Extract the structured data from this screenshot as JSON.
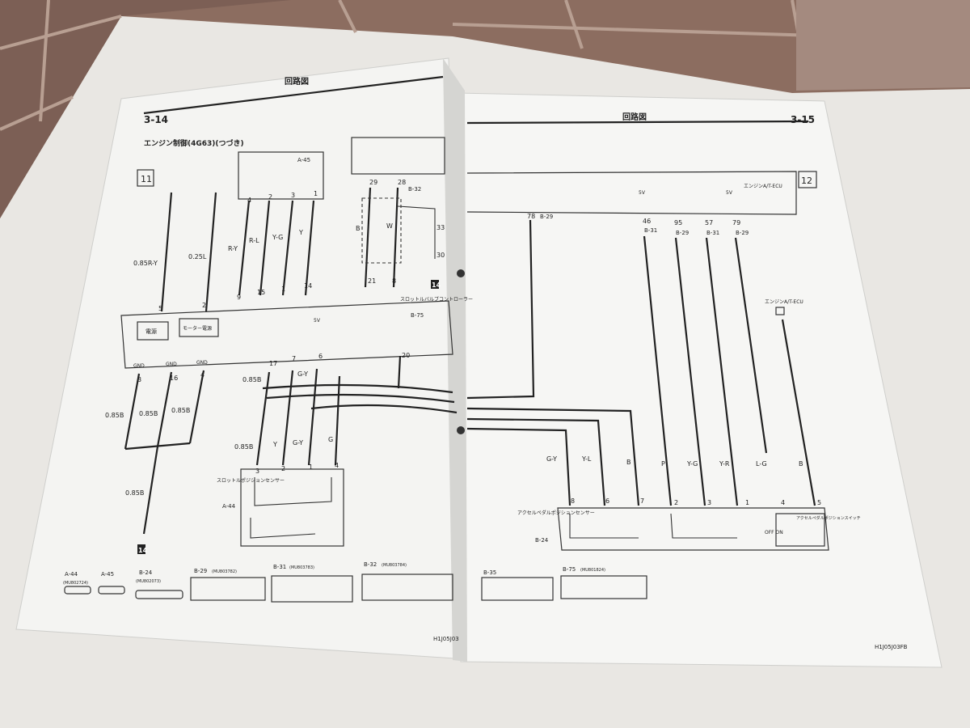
{
  "left_page": {
    "page_number": "3-14",
    "header": "回路図",
    "section_title": "エンジン制御(4G63)(つづき)",
    "section_badge": "11",
    "connector_ref_a45": "A-45",
    "connector_ref_b32_top": "B-32",
    "connector_ref_b75": "B-75",
    "connector_ref_a44": "A-44",
    "tag_14_top": "14",
    "tag_14_bottom": "14",
    "ecu_label": "スロットルバルブコントローラー",
    "sensor_label": "スロットルポジションセンサー",
    "block_power": "電源",
    "block_motor": "モーター電源",
    "gnd_label": "GND",
    "v5": "5V",
    "wire_labels": [
      "0.85R-Y",
      "0.25L",
      "R-Y",
      "R-L",
      "Y-G",
      "Y",
      "B",
      "W",
      "0.85B",
      "0.85B",
      "0.85B",
      "0.85B",
      "0.85B",
      "G-Y",
      "0.85B",
      "Y",
      "G-Y",
      "G"
    ],
    "pin_numbers": [
      "5",
      "2",
      "9",
      "15",
      "1",
      "14",
      "21",
      "8",
      "3",
      "16",
      "4",
      "17",
      "7",
      "6",
      "20",
      "3",
      "2",
      "1",
      "4",
      "29",
      "28",
      "33",
      "30",
      "4",
      "2",
      "3",
      "1"
    ],
    "connectors": [
      {
        "ref": "A-44",
        "part": "(MU802724)"
      },
      {
        "ref": "A-45",
        "part": ""
      },
      {
        "ref": "B-24",
        "part": "(MU802073)"
      },
      {
        "ref": "B-29",
        "part": "(MU803782)"
      },
      {
        "ref": "B-31",
        "part": "(MU803783)"
      },
      {
        "ref": "B-32",
        "part": "(MU803784)"
      }
    ],
    "footer_code": "H1J05J03"
  },
  "right_page": {
    "page_number": "3-15",
    "header": "回路図",
    "section_badge": "12",
    "ecu_label": "エンジンA/T-ECU",
    "ecu_label_2": "エンジンA/T-ECU",
    "pedal_label": "アクセルペダルポジションセンサー",
    "pedal_ref": "B-24",
    "switch_label": "アクセルペダルポジションスイッチ",
    "off_on": "OFF ON",
    "v5": "5V",
    "ref_b29a": "B-29",
    "ref_b31a": "B-31",
    "ref_b29b": "B-29",
    "ref_b31b": "B-31",
    "ref_b29c": "B-29",
    "top_pins": [
      "78",
      "46",
      "95",
      "57",
      "79"
    ],
    "wire_labels": [
      "G-Y",
      "Y-L",
      "B",
      "P",
      "Y-G",
      "Y-R",
      "L-G",
      "B"
    ],
    "bottom_pins": [
      "8",
      "6",
      "7",
      "2",
      "3",
      "1",
      "4",
      "5"
    ],
    "connectors": [
      {
        "ref": "B-35",
        "part": ""
      },
      {
        "ref": "B-75",
        "part": "(MU801824)"
      }
    ],
    "footer_code": "H1J05J03FB"
  },
  "colors": {
    "paper": "#f3f3f1",
    "ink": "#222222",
    "brick": "#8a6a5e",
    "tablecloth": "#e8e6e2"
  }
}
